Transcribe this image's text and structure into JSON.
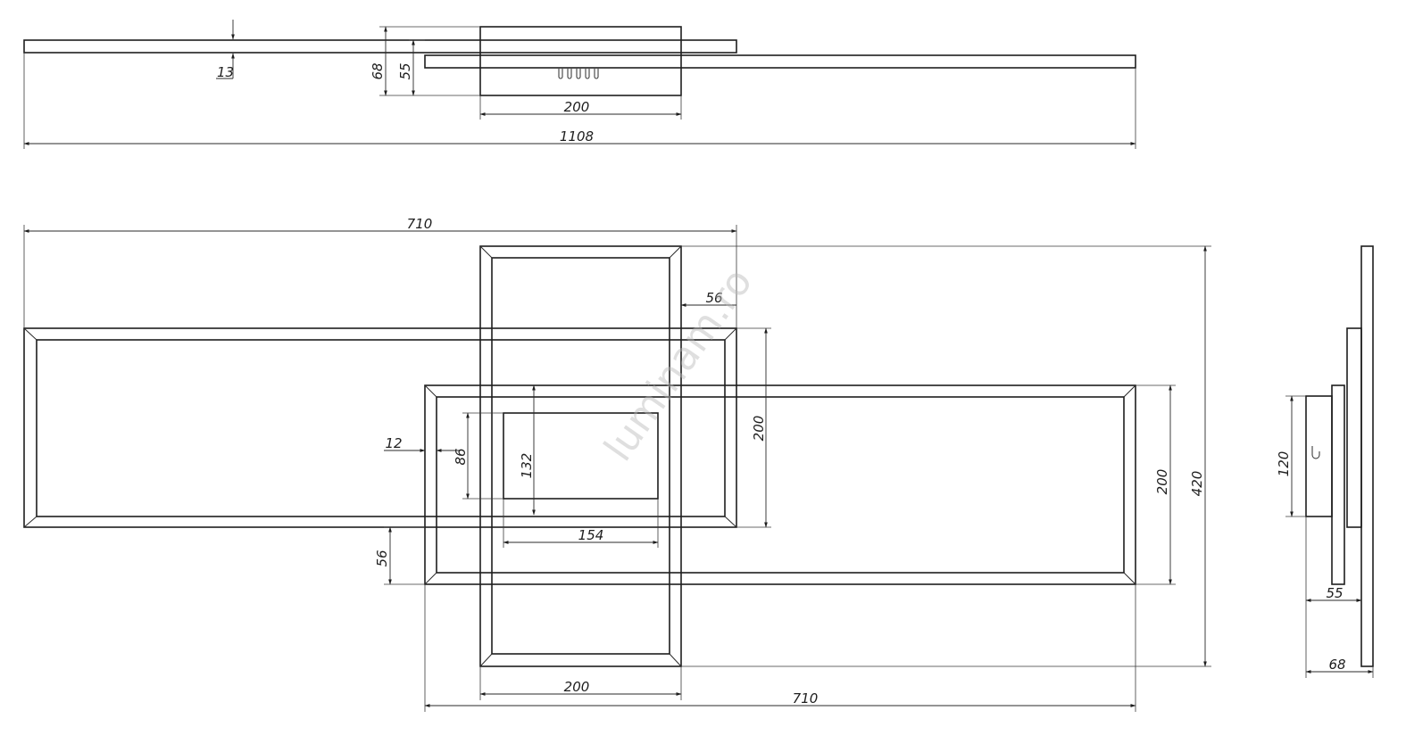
{
  "watermark": "luminam.ro",
  "top_view": {
    "dim_thickness": "13",
    "dim_height_total": "68",
    "dim_height_body": "55",
    "dim_canopy_width": "200",
    "dim_overall_length": "1108"
  },
  "front_view": {
    "dim_upper_panel_length": "710",
    "dim_offset": "56",
    "dim_frame_width_12": "12",
    "dim_inner_86": "86",
    "dim_inner_132": "132",
    "dim_inner_154": "154",
    "dim_upper_panel_height": "200",
    "dim_lower_panel_height": "200",
    "dim_total_height": "420",
    "dim_bottom_offset": "56",
    "dim_vertical_frame_width": "200",
    "dim_lower_panel_length": "710"
  },
  "side_view": {
    "dim_mount_height": "120",
    "dim_depth_body": "55",
    "dim_depth_total": "68"
  }
}
